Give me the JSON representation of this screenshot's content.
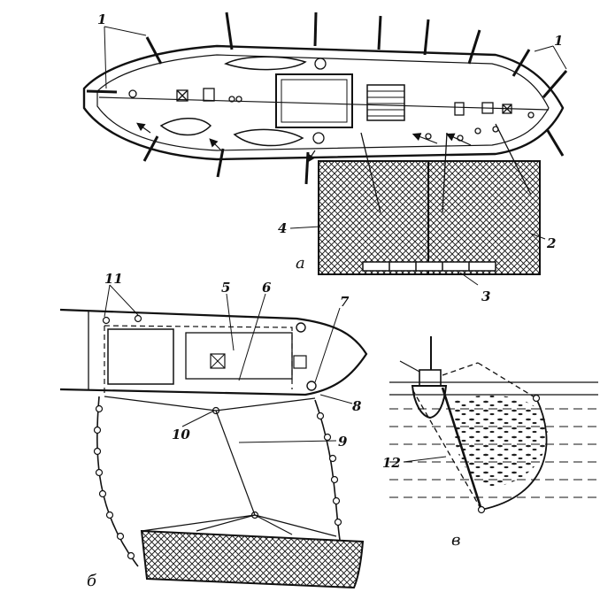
{
  "figure": {
    "labels": {
      "l1_left": "1",
      "l1_right": "1",
      "l2": "2",
      "l3": "3",
      "l4": "4",
      "l5": "5",
      "l6": "6",
      "l7": "7",
      "l8": "8",
      "l9": "9",
      "l10": "10",
      "l11": "11",
      "l12": "12"
    },
    "panels": {
      "a": "а",
      "b": "б",
      "v": "в"
    }
  }
}
